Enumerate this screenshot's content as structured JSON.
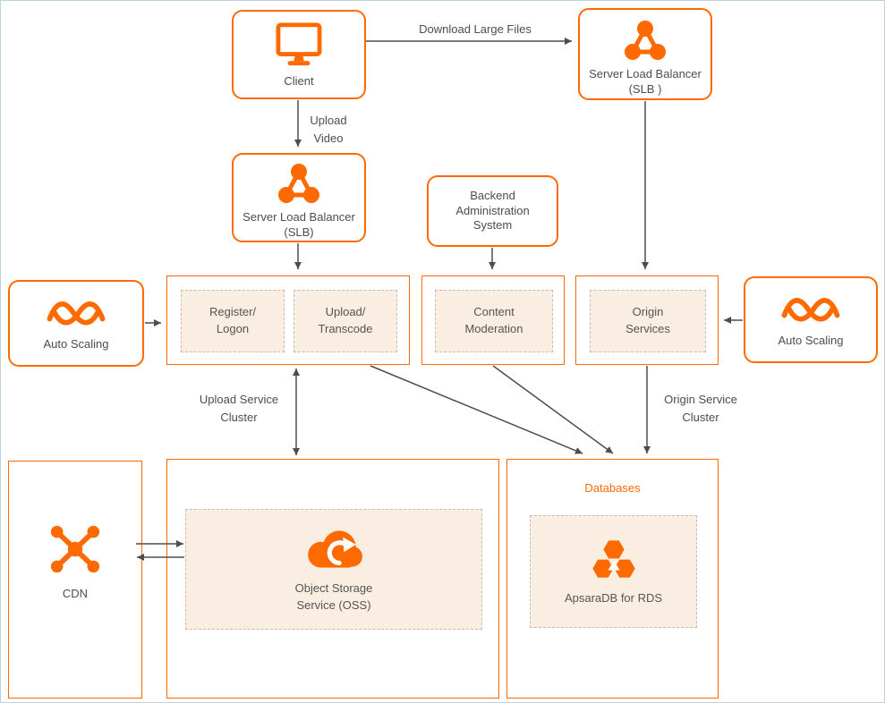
{
  "colors": {
    "accent_orange": "#FF6A00",
    "arrow_gray": "#4D4D4D",
    "dashed_fill": "#FAEDE2",
    "dashed_border": "#C6BEB2",
    "outer_border": "#BCD2E0",
    "text": "#4D4D4D"
  },
  "nodes": {
    "client": {
      "label": "Client"
    },
    "slb_top": {
      "line1": "Server Load Balancer",
      "line2": "(SLB )"
    },
    "slb_mid": {
      "line1": "Server Load Balancer",
      "line2": "(SLB)"
    },
    "backend_admin": {
      "line1": "Backend",
      "line2": "Administration",
      "line3": "System"
    },
    "auto_scaling_left": {
      "label": "Auto Scaling"
    },
    "auto_scaling_right": {
      "label": "Auto Scaling"
    },
    "register_logon": {
      "line1": "Register/",
      "line2": "Logon"
    },
    "upload_transcode": {
      "line1": "Upload/",
      "line2": "Transcode"
    },
    "content_moderation": {
      "line1": "Content",
      "line2": "Moderation"
    },
    "origin_services": {
      "line1": "Origin",
      "line2": "Services"
    },
    "cdn": {
      "label": "CDN"
    },
    "oss": {
      "line1": "Object Storage",
      "line2": "Service (OSS)"
    },
    "databases": {
      "title": "Databases",
      "rds": "ApsaraDB for RDS"
    }
  },
  "labels": {
    "download": "Download Large Files",
    "upload_video_line1": "Upload",
    "upload_video_line2": "Video",
    "upload_cluster_line1": "Upload Service",
    "upload_cluster_line2": "Cluster",
    "origin_cluster_line1": "Origin Service",
    "origin_cluster_line2": "Cluster"
  }
}
